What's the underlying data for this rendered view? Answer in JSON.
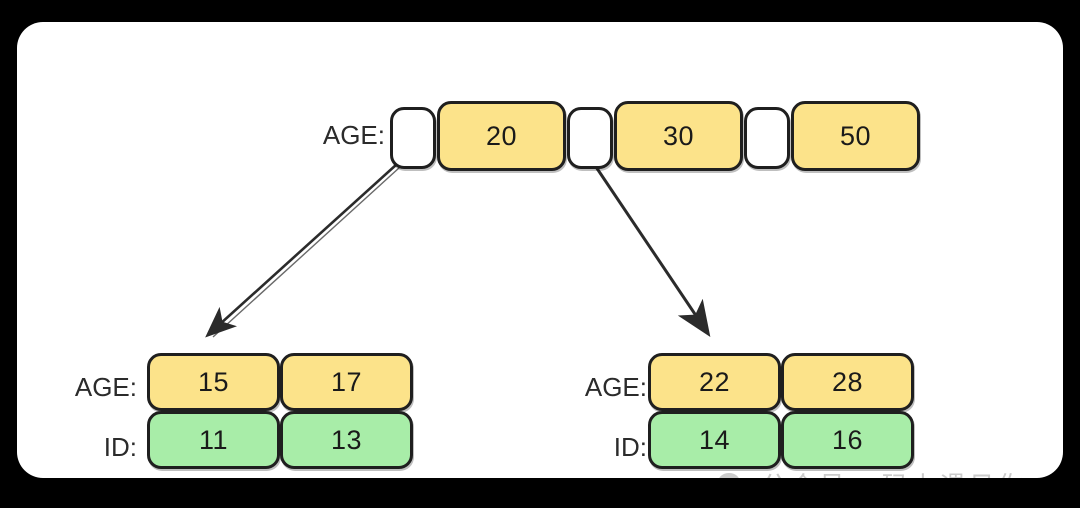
{
  "canvas": {
    "background": "#000000",
    "card_background": "#ffffff"
  },
  "colors": {
    "value_cell": "#fce38a",
    "id_cell": "#a8eda8",
    "pointer_cell": "#ffffff",
    "stroke": "#1f1f1f",
    "text": "#1a1a1a",
    "watermark": "#8e8e8e"
  },
  "diagram": {
    "type": "b-plus-tree",
    "root": {
      "label": "AGE:",
      "cells": [
        {
          "kind": "pointer",
          "value": ""
        },
        {
          "kind": "value",
          "value": "20"
        },
        {
          "kind": "pointer",
          "value": ""
        },
        {
          "kind": "value",
          "value": "30"
        },
        {
          "kind": "pointer",
          "value": ""
        },
        {
          "kind": "value",
          "value": "50"
        }
      ]
    },
    "leaves": [
      {
        "name": "left-leaf",
        "age_label": "AGE:",
        "id_label": "ID:",
        "ages": [
          "15",
          "17"
        ],
        "ids": [
          "11",
          "13"
        ]
      },
      {
        "name": "right-leaf",
        "age_label": "AGE:",
        "id_label": "ID:",
        "ages": [
          "22",
          "28"
        ],
        "ids": [
          "14",
          "16"
        ]
      }
    ],
    "edges": [
      {
        "name": "root-to-left-leaf",
        "from": "root-pointer-0",
        "to": "left-leaf"
      },
      {
        "name": "root-to-right-leaf",
        "from": "root-pointer-2",
        "to": "right-leaf"
      }
    ]
  },
  "watermark": {
    "icon": "wechat-icon",
    "text": "公众号 · 码上遇见你"
  }
}
